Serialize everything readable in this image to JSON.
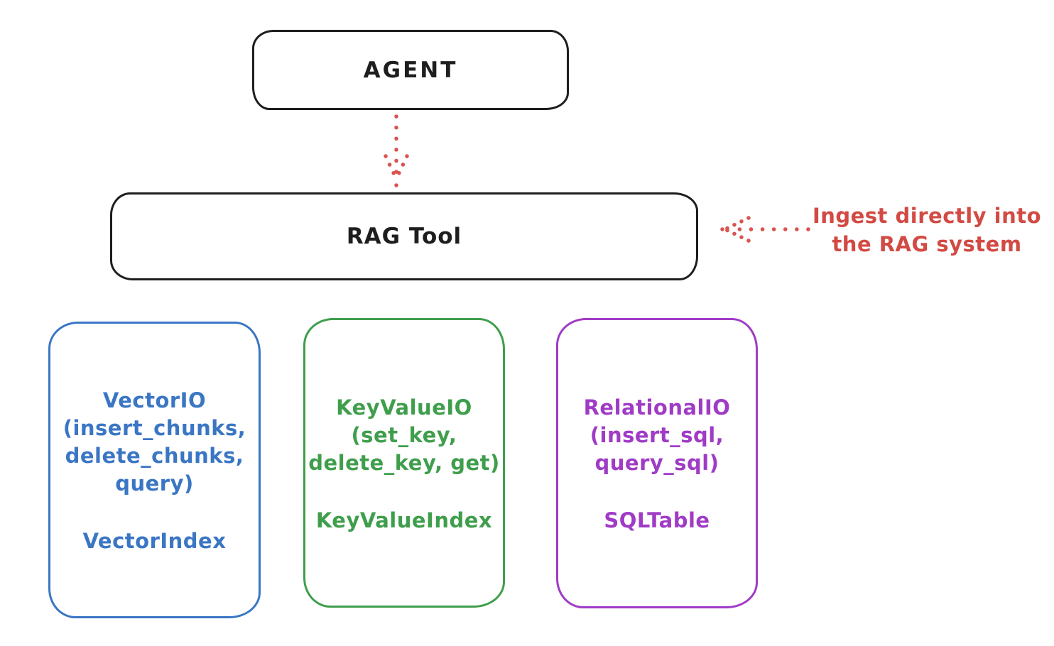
{
  "diagram": {
    "agent": {
      "label": "AGENT"
    },
    "rag_tool": {
      "label": "RAG Tool"
    },
    "annotation": {
      "line1": "Ingest directly into",
      "line2": "the RAG system"
    },
    "io_boxes": [
      {
        "name": "vector-io",
        "color": "#3a76c4",
        "lines": [
          "VectorIO",
          "(insert_chunks,",
          "delete_chunks,",
          "query)"
        ],
        "index_label": "VectorIndex"
      },
      {
        "name": "keyvalue-io",
        "color": "#3f9e4c",
        "lines": [
          "KeyValueIO",
          "(set_key,",
          "delete_key, get)"
        ],
        "index_label": "KeyValueIndex"
      },
      {
        "name": "relational-io",
        "color": "#a03bc6",
        "lines": [
          "RelationalIO",
          "(insert_sql,",
          "query_sql)"
        ],
        "index_label": "SQLTable"
      }
    ],
    "colors": {
      "ink": "#1e1e1e",
      "red": "#d24a43",
      "blue": "#3a76c4",
      "green": "#3f9e4c",
      "purple": "#a03bc6"
    }
  }
}
